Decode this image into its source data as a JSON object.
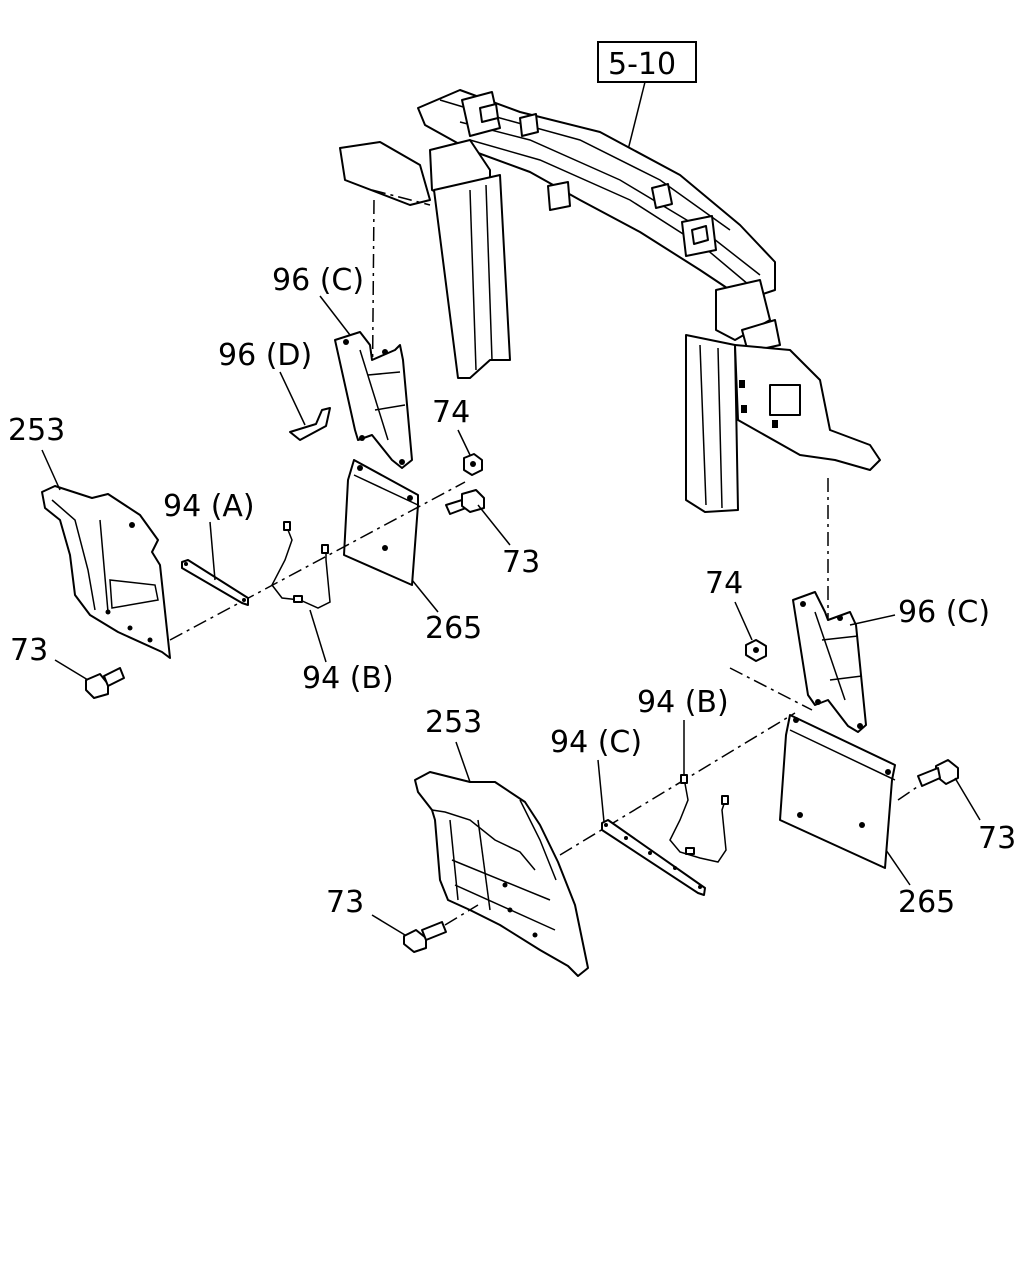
{
  "diagram": {
    "reference_box": "5-10",
    "labels": {
      "l_96c_top": "96 (C)",
      "l_96d": "96 (D)",
      "l_74_top": "74",
      "l_253_left": "253",
      "l_94a": "94 (A)",
      "l_73_mid": "73",
      "l_265_left": "265",
      "l_73_left": "73",
      "l_94b_left": "94 (B)",
      "l_74_right": "74",
      "l_96c_right": "96 (C)",
      "l_253_bottom": "253",
      "l_94b_right": "94 (B)",
      "l_94c": "94 (C)",
      "l_73_right": "73",
      "l_265_right": "265",
      "l_73_bottom": "73"
    }
  }
}
